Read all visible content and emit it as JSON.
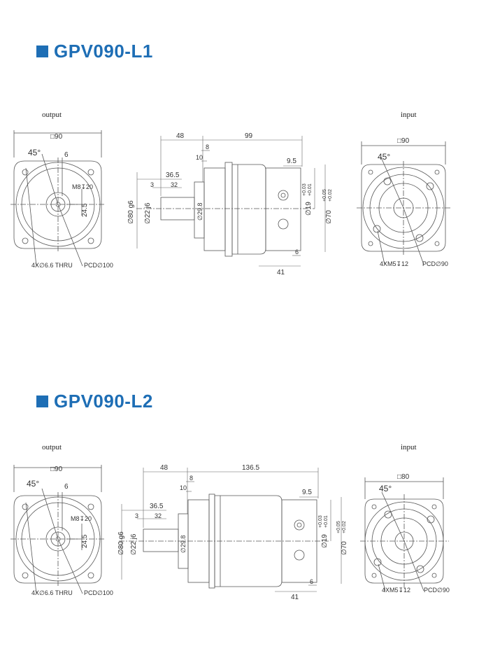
{
  "sections": [
    {
      "title": "GPV090-L1",
      "output_label": "output",
      "input_label": "input",
      "output_view": {
        "square": "□90",
        "angle": "45°",
        "offset": "6",
        "thread": "M8↧20",
        "key_height": "24.5",
        "holes": "4X∅6.6 THRU",
        "pcd": "PCD∅100"
      },
      "side_view": {
        "dim_48": "48",
        "dim_total": "99",
        "dim_8": "8",
        "dim_10": "10",
        "dim_36_5": "36.5",
        "dim_3": "3",
        "dim_32": "32",
        "dia_80": "∅80 g6",
        "dia_22": "∅22 j6",
        "dia_29_8": "∅29.8",
        "dim_9_5": "9.5",
        "dia_19": "∅19",
        "tol_19_upper": "+0.03",
        "tol_19_lower": "+0.01",
        "dia_70": "∅70",
        "tol_70_upper": "+0.05",
        "tol_70_lower": "+0.02",
        "dim_6": "6",
        "dim_41": "41"
      },
      "input_view": {
        "square": "□90",
        "angle": "45°",
        "holes": "4XM5↧12",
        "pcd": "PCD∅90"
      }
    },
    {
      "title": "GPV090-L2",
      "output_label": "output",
      "input_label": "input",
      "output_view": {
        "square": "□90",
        "angle": "45°",
        "offset": "6",
        "thread": "M8↧20",
        "key_height": "24.5",
        "holes": "4X∅6.6 THRU",
        "pcd": "PCD∅100"
      },
      "side_view": {
        "dim_48": "48",
        "dim_total": "136.5",
        "dim_8": "8",
        "dim_10": "10",
        "dim_36_5": "36.5",
        "dim_3": "3",
        "dim_32": "32",
        "dia_80": "∅80 g6",
        "dia_22": "∅22 j6",
        "dia_29_8": "∅29.8",
        "dim_9_5": "9.5",
        "dia_19": "∅19",
        "tol_19_upper": "+0.03",
        "tol_19_lower": "+0.01",
        "dia_70": "∅70",
        "tol_70_upper": "+0.05",
        "tol_70_lower": "+0.02",
        "dim_6": "6",
        "dim_41": "41"
      },
      "input_view": {
        "square": "□80",
        "angle": "45°",
        "holes": "4XM5↧12",
        "pcd": "PCD∅90"
      }
    }
  ]
}
